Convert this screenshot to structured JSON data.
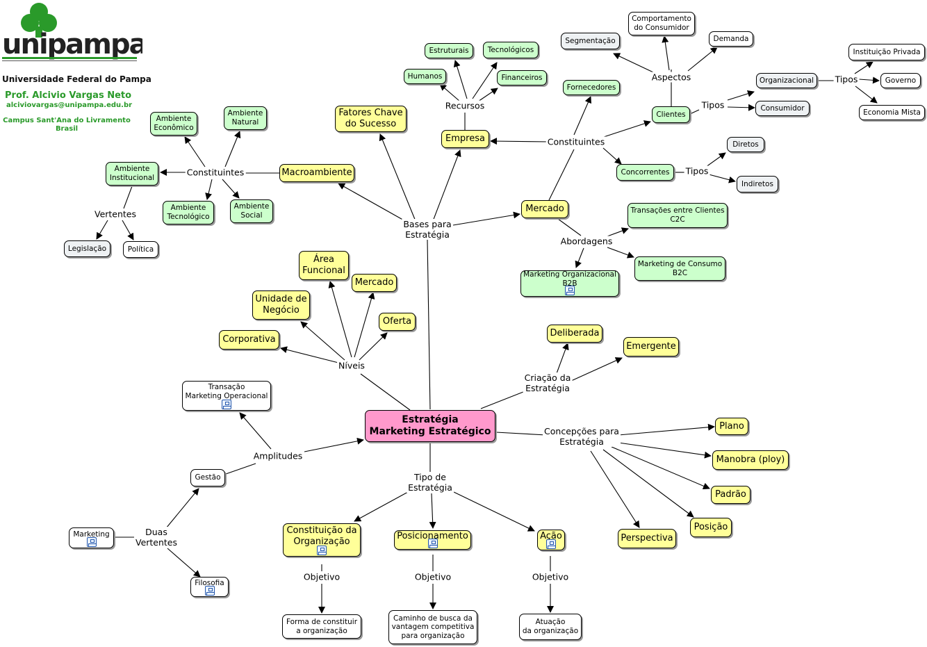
{
  "header": {
    "logo_text": "unipampa",
    "university": "Universidade Federal do Pampa",
    "professor": "Prof. Alcivio Vargas Neto",
    "email": "alciviovargas@unipampa.edu.br",
    "campus": "Campus Sant'Ana do Livramento",
    "country": "Brasil"
  },
  "colors": {
    "yellow": "#ffff99",
    "green": "#ccffcc",
    "pink": "#ff99cc",
    "gray": "#eef1f3",
    "logo_green": "#2a9a2a"
  },
  "concepts": {
    "estrategia": {
      "label": "Estratégia\nMarketing Estratégico"
    },
    "fatores": {
      "label": "Fatores Chave\ndo Sucesso"
    },
    "empresa": {
      "label": "Empresa"
    },
    "macro": {
      "label": "Macroambiente"
    },
    "mercado1": {
      "label": "Mercado"
    },
    "estruturais": {
      "label": "Estruturais"
    },
    "tecnologicos": {
      "label": "Tecnológicos"
    },
    "humanos": {
      "label": "Humanos"
    },
    "financeiros": {
      "label": "Financeiros"
    },
    "fornecedores": {
      "label": "Fornecedores"
    },
    "segmentacao": {
      "label": "Segmentação"
    },
    "comportamento": {
      "label": "Comportamento\ndo Consumidor"
    },
    "demanda": {
      "label": "Demanda"
    },
    "clientes": {
      "label": "Clientes"
    },
    "organizacional": {
      "label": "Organizacional"
    },
    "consumidor": {
      "label": "Consumidor"
    },
    "inst_privada": {
      "label": "Instituição Privada"
    },
    "governo": {
      "label": "Governo"
    },
    "economia_mista": {
      "label": "Economia Mista"
    },
    "concorrentes": {
      "label": "Concorrentes"
    },
    "diretos": {
      "label": "Diretos"
    },
    "indiretos": {
      "label": "Indiretos"
    },
    "c2c": {
      "label": "Transações entre Clientes\nC2C"
    },
    "b2c": {
      "label": "Marketing de Consumo\nB2C"
    },
    "b2b": {
      "label": "Marketing Organizacional\nB2B"
    },
    "amb_economico": {
      "label": "Ambiente\nEconômico"
    },
    "amb_natural": {
      "label": "Ambiente\nNatural"
    },
    "amb_institucional": {
      "label": "Ambiente\nInstitucional"
    },
    "amb_tecnologico": {
      "label": "Ambiente\nTecnológico"
    },
    "amb_social": {
      "label": "Ambiente\nSocial"
    },
    "legislacao": {
      "label": "Legislação"
    },
    "politica": {
      "label": "Política"
    },
    "area_funcional": {
      "label": "Área\nFuncional"
    },
    "mercado2": {
      "label": "Mercado"
    },
    "unidade_negocio": {
      "label": "Unidade de\nNegócio"
    },
    "oferta": {
      "label": "Oferta"
    },
    "corporativa": {
      "label": "Corporativa"
    },
    "deliberada": {
      "label": "Deliberada"
    },
    "emergente": {
      "label": "Emergente"
    },
    "transacao": {
      "label": "Transação\nMarketing Operacional"
    },
    "gestao": {
      "label": "Gestão"
    },
    "marketing": {
      "label": "Marketing"
    },
    "filosofia": {
      "label": "Filosofia"
    },
    "plano": {
      "label": "Plano"
    },
    "manobra": {
      "label": "Manobra (ploy)"
    },
    "padrao": {
      "label": "Padrão"
    },
    "posicao": {
      "label": "Posição"
    },
    "perspectiva": {
      "label": "Perspectiva"
    },
    "constituicao": {
      "label": "Constituição da\nOrganização"
    },
    "posicionamento": {
      "label": "Posicionamento"
    },
    "acao": {
      "label": "Ação"
    },
    "forma": {
      "label": "Forma de constituir\na organização"
    },
    "caminho": {
      "label": "Caminho de busca da\nvantagem competitiva\npara organização"
    },
    "atuacao": {
      "label": "Atuação\nda organização"
    }
  },
  "links": {
    "recursos": "Recursos",
    "aspectos": "Aspectos",
    "tipos_clientes": "Tipos",
    "tipos_org": "Tipos",
    "constituintes_mercado": "Constituintes",
    "tipos_concorrentes": "Tipos",
    "constituintes_macro": "Constituintes",
    "vertentes": "Vertentes",
    "bases": "Bases para\nEstratégia",
    "abordagens": "Abordagens",
    "niveis": "Níveis",
    "criacao": "Criação da\nEstratégia",
    "amplitudes": "Amplitudes",
    "concepcoes": "Concepções para\nEstratégia",
    "duas_vertentes": "Duas\nVertentes",
    "tipo_de": "Tipo de\nEstratégia",
    "objetivo1": "Objetivo",
    "objetivo2": "Objetivo",
    "objetivo3": "Objetivo"
  }
}
